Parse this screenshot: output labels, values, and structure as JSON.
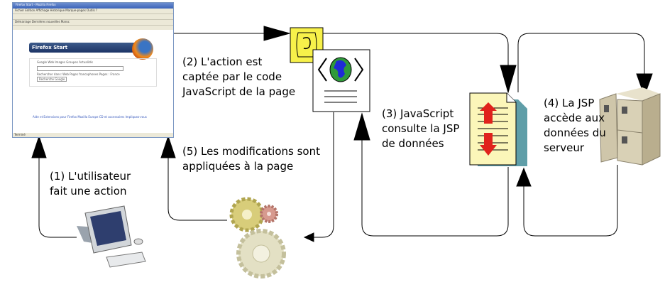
{
  "browser": {
    "title": "Firefox Start - Mozilla Firefox",
    "menu": "Fichier  Edition  Affichage  Historique  Marque-pages  Outils  ?",
    "bookmarks": "Démarrage   Dernières nouvelles   Maroc",
    "start_heading": "Firefox Start",
    "google_tabs": "Google   Web  Images  Groupes  Actualités",
    "search_in": "Rechercher dans: Web  Pages francophones  Pages : France",
    "search_button": "Recherche Google",
    "links": "Aide et Extensions pour Firefox   Mozilla Europe   CD et accessoires   Impliquez-vous",
    "status": "Terminé"
  },
  "steps": {
    "step1": [
      "(1) L'utilisateur",
      "fait une action"
    ],
    "step2": [
      "(2) L'action est",
      "captée par le code",
      "JavaScript de la page"
    ],
    "step3": [
      "(3) JavaScript",
      "consulte la JSP",
      "de données"
    ],
    "step4": [
      "(4) La JSP",
      "accède aux",
      "données du",
      "serveur"
    ],
    "step5": [
      "(5) Les modifications sont",
      "appliquées à la page"
    ]
  }
}
